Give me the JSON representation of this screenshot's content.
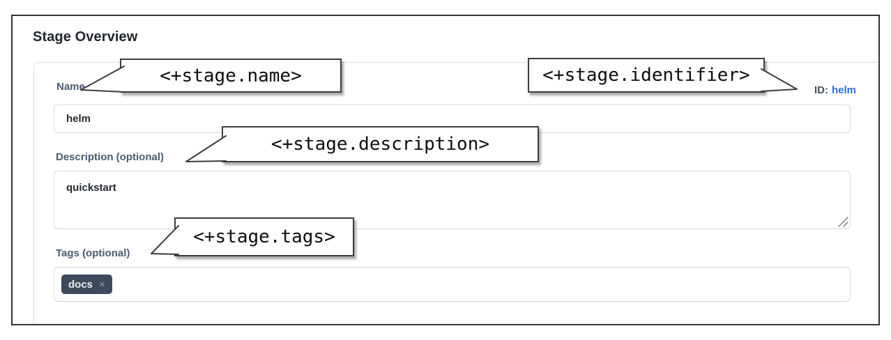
{
  "header": {
    "title": "Stage Overview"
  },
  "form": {
    "name": {
      "label": "Name",
      "value": "helm"
    },
    "identifier": {
      "label": "ID:",
      "value": "helm"
    },
    "description": {
      "label": "Description (optional)",
      "value": "quickstart"
    },
    "tags": {
      "label": "Tags (optional)",
      "chips": [
        {
          "text": "docs",
          "remove_icon": "×"
        }
      ]
    }
  },
  "callouts": [
    {
      "text": "<+stage.name>"
    },
    {
      "text": "<+stage.identifier>"
    },
    {
      "text": "<+stage.description>"
    },
    {
      "text": "<+stage.tags>"
    }
  ],
  "colors": {
    "id_link_blue": "#2b6ce2",
    "label_blue_grey": "#4a5b70",
    "tag_chip_bg": "#3d4a5c",
    "callout_border": "#3c3c3c",
    "frame_border": "#333333"
  }
}
